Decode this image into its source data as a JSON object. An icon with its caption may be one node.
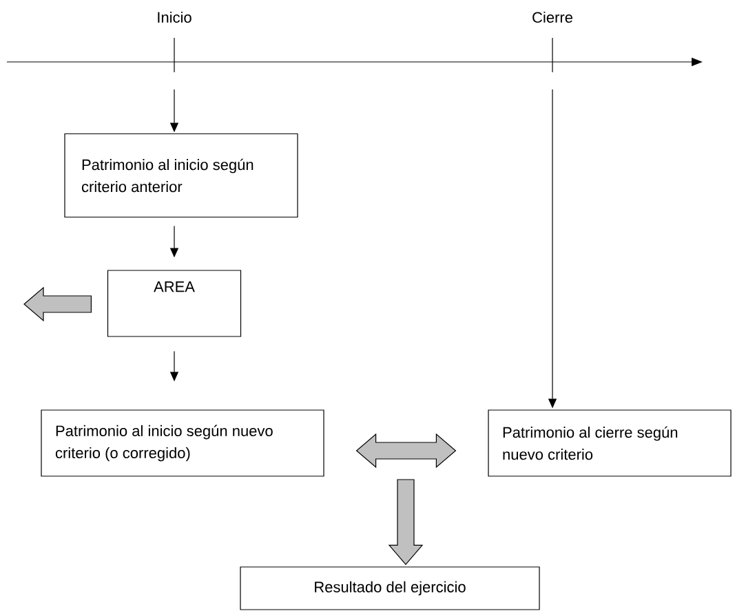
{
  "diagram": {
    "nodes": [
      {
        "text": [
          "Inicio"
        ]
      },
      {
        "text": [
          "Cierre"
        ]
      },
      {
        "text": [
          "Patrimonio al inicio según criterio anterior"
        ]
      },
      {
        "text": [
          "AREA"
        ]
      },
      {
        "text": [
          "Patrimonio al inicio según nuevo criterio (o corregido)"
        ]
      },
      {
        "text": [
          "Patrimonio al cierre según nuevo criterio"
        ]
      },
      {
        "text": [
          "Resultado del ejercicio"
        ]
      }
    ],
    "edges": [
      {
        "from": null,
        "to": 2,
        "arrow": "to"
      },
      {
        "from": 2,
        "to": 3,
        "arrow": "to"
      },
      {
        "from": 3,
        "to": 4,
        "arrow": "to"
      },
      {
        "from": null,
        "to": 5,
        "arrow": "to"
      },
      {
        "from": 3,
        "to": null,
        "arrow": "to",
        "style": "thick",
        "color": "#c0c0c0"
      },
      {
        "from": 4,
        "to": 5,
        "arrow": "both",
        "style": "thick",
        "color": "#c0c0c0"
      },
      {
        "from": null,
        "to": 6,
        "arrow": "to",
        "style": "thick",
        "color": "#c0c0c0"
      }
    ]
  }
}
